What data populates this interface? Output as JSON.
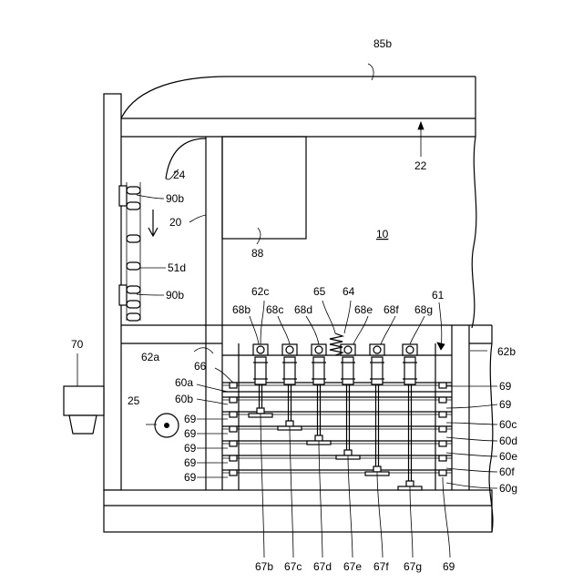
{
  "labels": {
    "l85b": "85b",
    "l22": "22",
    "l24": "24",
    "l90b_top": "90b",
    "l20": "20",
    "l88": "88",
    "l10": "10",
    "l51d": "51d",
    "l90b_bot": "90b",
    "l62c": "62c",
    "l65": "65",
    "l64": "64",
    "l61": "61",
    "l68b": "68b",
    "l68c": "68c",
    "l68d": "68d",
    "l68e": "68e",
    "l68f": "68f",
    "l68g": "68g",
    "l70": "70",
    "l62a": "62a",
    "l62b": "62b",
    "l66": "66",
    "l60a": "60a",
    "l60b": "60b",
    "l25": "25",
    "l69_l1": "69",
    "l69_l2": "69",
    "l69_l3": "69",
    "l69_l4": "69",
    "l69_l5": "69",
    "l69_r1": "69",
    "l69_r2": "69",
    "l60c": "60c",
    "l60d": "60d",
    "l60e": "60e",
    "l60f": "60f",
    "l60g": "60g",
    "l67b": "67b",
    "l67c": "67c",
    "l67d": "67d",
    "l67e": "67e",
    "l67f": "67f",
    "l67g": "67g",
    "l69_bottom": "69"
  }
}
